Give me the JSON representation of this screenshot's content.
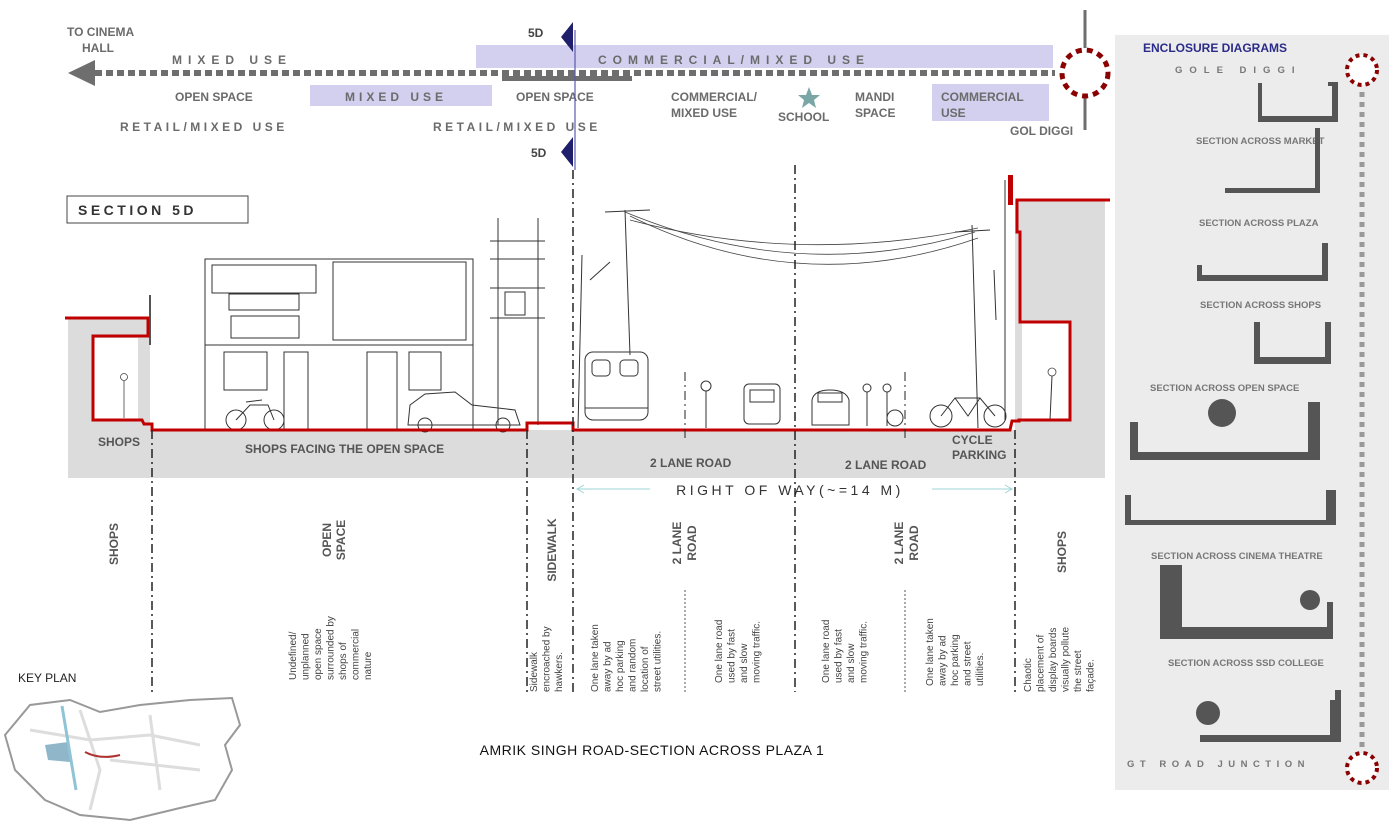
{
  "colors": {
    "purple_band": "#d2d0ee",
    "section_red": "#c00000",
    "ground_gray": "#dcdcdc",
    "panel_gray": "#ececec",
    "marker_navy": "#1f1f6b",
    "circle_red": "#8b0000"
  },
  "land_use": {
    "to_cinema_hall": [
      "TO CINEMA",
      "HALL"
    ],
    "mixed_use_top": "MIXED USE",
    "commercial_mixed_use_top": "COMMERCIAL/MIXED USE",
    "open_space_1": "OPEN SPACE",
    "mixed_use_box": "MIXED USE",
    "open_space_2": "OPEN SPACE",
    "commercial_mixed_use": [
      "COMMERCIAL/",
      "MIXED USE"
    ],
    "school": "SCHOOL",
    "mandi_space": [
      "MANDI",
      "SPACE"
    ],
    "commercial_use": [
      "COMMERCIAL",
      "USE"
    ],
    "gol_diggi": "GOL DIGGI",
    "retail_mixed_use_1": "RETAIL/MIXED USE",
    "retail_mixed_use_2": "RETAIL/MIXED USE",
    "section_marker_top": "5D",
    "section_marker_bottom": "5D",
    "school_icon": "star-icon"
  },
  "section": {
    "title": "SECTION 5D",
    "labels": {
      "shops": "SHOPS",
      "shops_facing": "SHOPS FACING THE OPEN SPACE",
      "road_left": "2 LANE ROAD",
      "road_right": "2 LANE ROAD",
      "cycle_parking": [
        "CYCLE",
        "PARKING"
      ],
      "right_of_way": "RIGHT OF WAY(~=14 M)"
    }
  },
  "zones": {
    "headings": {
      "shops_left": "SHOPS",
      "open_space": [
        "OPEN",
        "SPACE"
      ],
      "sidewalk": "SIDEWALK",
      "road_left": [
        "2 LANE",
        "ROAD"
      ],
      "road_right": [
        "2 LANE",
        "ROAD"
      ],
      "shops_right": "SHOPS"
    },
    "descriptions": [
      [
        "Undefined/",
        "unplanned",
        "open space",
        "surrounded by",
        "shops of",
        "commercial",
        "nature"
      ],
      [
        "Sidewalk",
        "encroached by",
        "hawkers."
      ],
      [
        "One lane taken",
        "away by ad",
        "hoc parking",
        "and random",
        "location of",
        "street utilities."
      ],
      [
        "One lane road",
        "used by fast",
        "and slow",
        "moving traffic."
      ],
      [
        "One lane road",
        "used by fast",
        "and slow",
        "moving traffic."
      ],
      [
        "One lane taken",
        "away by ad",
        "hoc parking",
        "and street",
        "utilities."
      ],
      [
        "Chaotic",
        "placement of",
        "display boards",
        "visually pollute",
        "the street",
        "façade."
      ]
    ]
  },
  "key_plan": {
    "label": "KEY PLAN"
  },
  "caption": "AMRIK SINGH ROAD-SECTION ACROSS PLAZA 1",
  "enclosure_panel": {
    "title": "ENCLOSURE DIAGRAMS",
    "start": "GOLE DIGGI",
    "sections": [
      "SECTION ACROSS MARKET",
      "SECTION ACROSS PLAZA",
      "SECTION ACROSS SHOPS",
      "SECTION ACROSS OPEN SPACE",
      "SECTION ACROSS CINEMA THEATRE",
      "SECTION ACROSS SSD COLLEGE"
    ],
    "end": "GT ROAD JUNCTION"
  }
}
